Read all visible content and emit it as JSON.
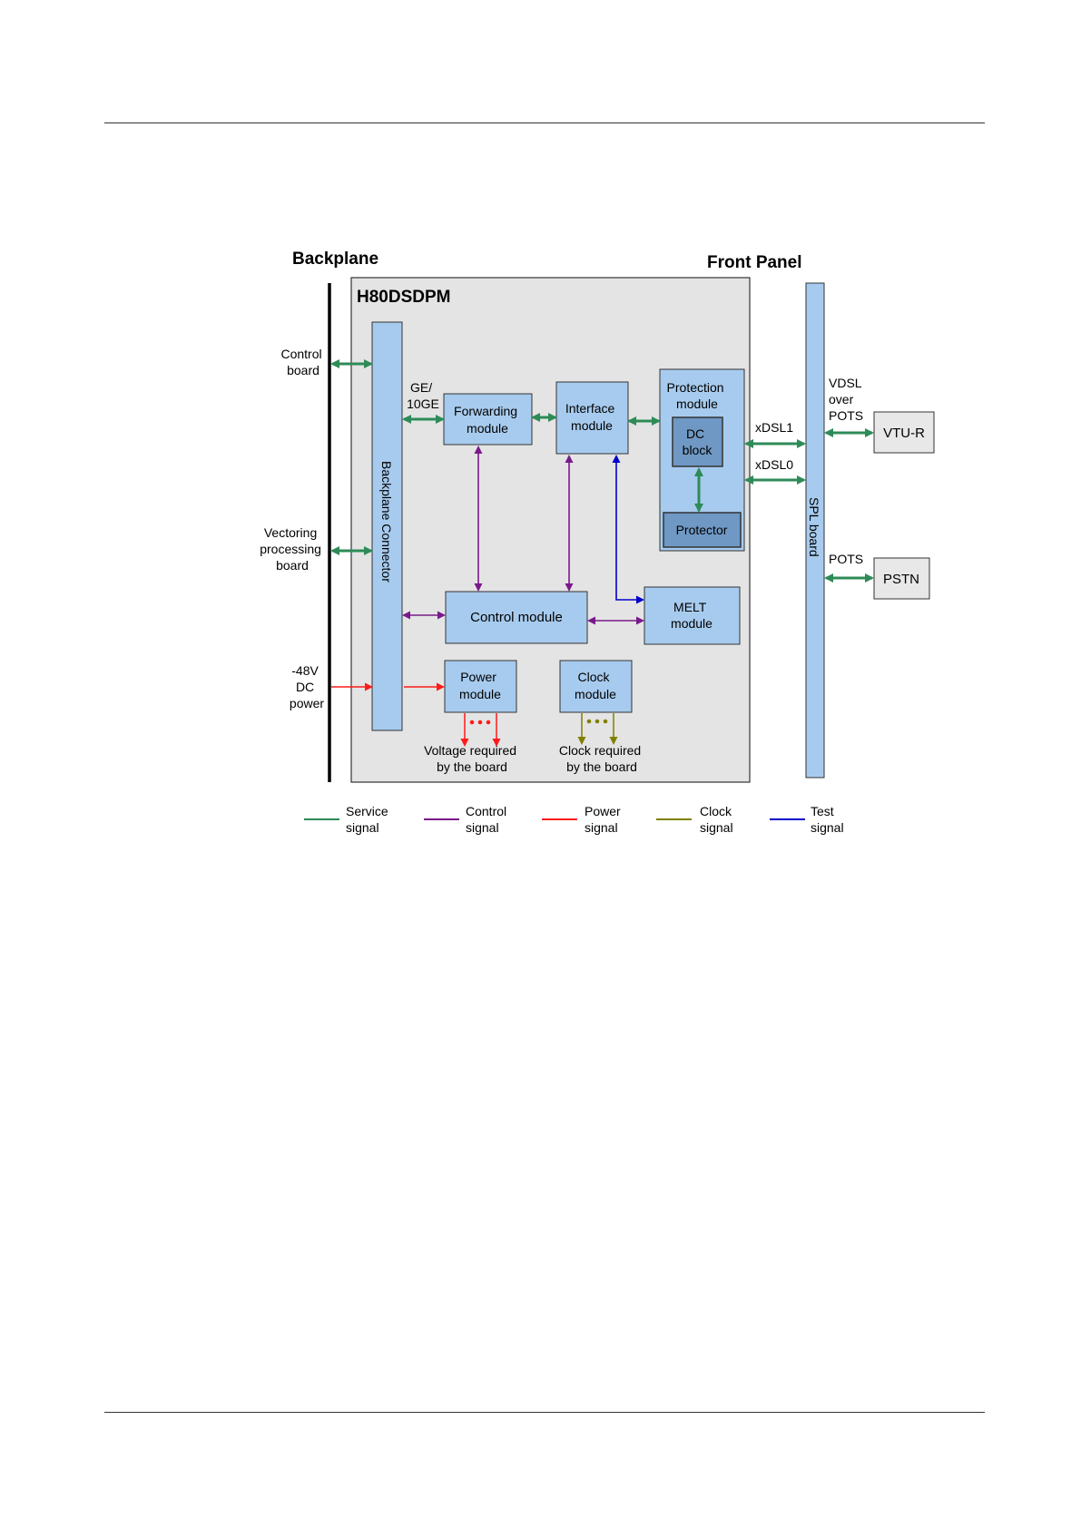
{
  "colors": {
    "service": "#2e8b57",
    "control": "#7a1a8a",
    "power": "#ff1a1a",
    "clock": "#808000",
    "test": "#0000cc",
    "module_fill": "#a7cbee",
    "module_dark": "#6f98c4",
    "board_fill": "#e4e4e4",
    "ext_fill": "#e8e8e8"
  },
  "headings": {
    "backplane": "Backplane",
    "front_panel": "Front Panel",
    "board_name": "H80DSDPM"
  },
  "left_labels": {
    "control_board": [
      "Control",
      "board"
    ],
    "vectoring": [
      "Vectoring",
      "processing",
      "board"
    ],
    "dc_power": [
      "-48V",
      "DC",
      "power"
    ]
  },
  "modules": {
    "backplane_connector": "Backplane Connector",
    "forwarding": [
      "Forwarding",
      "module"
    ],
    "interface": [
      "Interface",
      "module"
    ],
    "protection": [
      "Protection",
      "module"
    ],
    "dc_block": [
      "DC",
      "block"
    ],
    "protector": "Protector",
    "control": "Control module",
    "melt": [
      "MELT",
      "module"
    ],
    "power": [
      "Power",
      "module"
    ],
    "clock": [
      "Clock",
      "module"
    ],
    "spl_board": "SPL board"
  },
  "signal_labels": {
    "ge": [
      "GE/",
      "10GE"
    ],
    "xdsl1": "xDSL1",
    "xdsl0": "xDSL0",
    "vdsl": [
      "VDSL",
      "over",
      "POTS"
    ],
    "pots": "POTS",
    "voltage_required": [
      "Voltage required",
      "by the board"
    ],
    "clock_required": [
      "Clock required",
      "by the board"
    ]
  },
  "external": {
    "vtu_r": "VTU-R",
    "pstn": "PSTN"
  },
  "legend": [
    {
      "label": [
        "Service",
        "signal"
      ],
      "color": "#2e8b57"
    },
    {
      "label": [
        "Control",
        "signal"
      ],
      "color": "#7a1a8a"
    },
    {
      "label": [
        "Power",
        "signal"
      ],
      "color": "#ff1a1a"
    },
    {
      "label": [
        "Clock",
        "signal"
      ],
      "color": "#808000"
    },
    {
      "label": [
        "Test",
        "signal"
      ],
      "color": "#0000cc"
    }
  ]
}
